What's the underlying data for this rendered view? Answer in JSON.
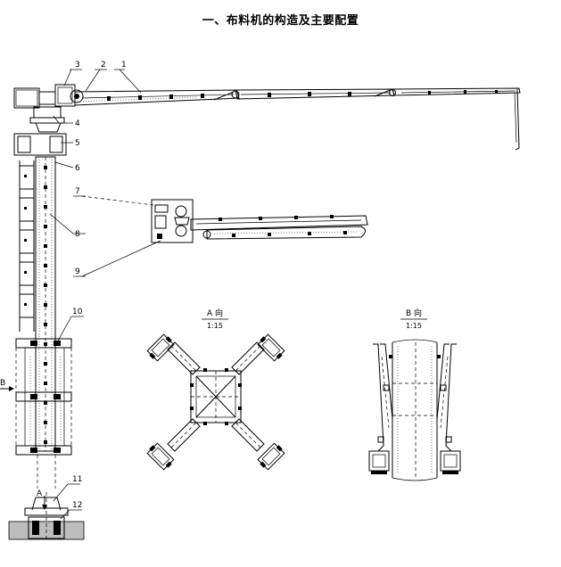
{
  "title": "一、布料机的构造及主要配置",
  "callouts": [
    "1",
    "2",
    "3",
    "4",
    "5",
    "6",
    "7",
    "8",
    "9",
    "10",
    "11",
    "12"
  ],
  "views": {
    "a": {
      "label": "A 向",
      "scale": "1:15",
      "marker": "A"
    },
    "b": {
      "label": "B 向",
      "scale": "1:15",
      "marker": "B"
    }
  }
}
